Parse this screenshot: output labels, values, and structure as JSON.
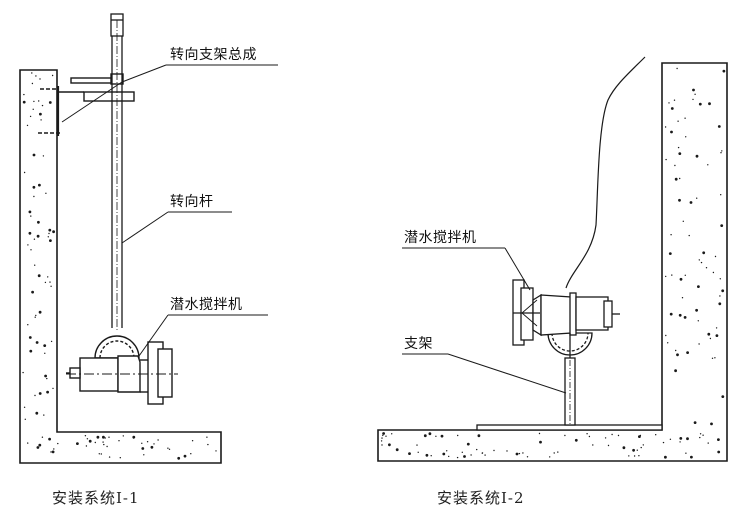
{
  "diagram_1": {
    "caption": "安装系统Ⅰ-1",
    "labels": {
      "bracket_assembly": "转向支架总成",
      "steering_rod": "转向杆",
      "mixer": "潜水搅拌机"
    }
  },
  "diagram_2": {
    "caption": "安装系统Ⅰ-2",
    "labels": {
      "mixer": "潜水搅拌机",
      "support": "支架"
    }
  },
  "colors": {
    "line": "#1a1a1a",
    "background": "#ffffff"
  }
}
